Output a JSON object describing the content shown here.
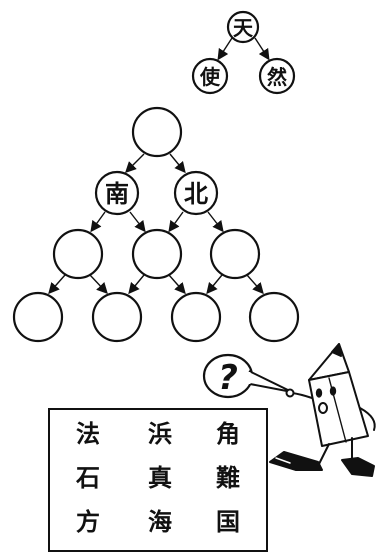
{
  "example": {
    "top": "天",
    "left": "使",
    "right": "然"
  },
  "pyramid": {
    "row1": [
      ""
    ],
    "row2": [
      "南",
      "北"
    ],
    "row3": [
      "",
      "",
      ""
    ],
    "row4": [
      "",
      "",
      "",
      ""
    ]
  },
  "speech_bubble": {
    "symbol": "?"
  },
  "choices": {
    "rows": [
      [
        "法",
        "浜",
        "角"
      ],
      [
        "石",
        "真",
        "難"
      ],
      [
        "方",
        "海",
        "国"
      ]
    ]
  }
}
